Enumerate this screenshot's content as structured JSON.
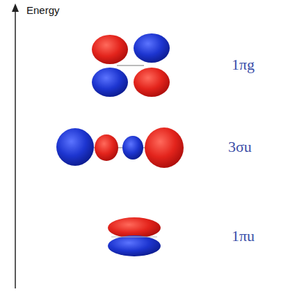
{
  "diagram": {
    "labels": [
      "Energy",
      "1πg",
      "3σu",
      "1πu"
    ]
  }
}
